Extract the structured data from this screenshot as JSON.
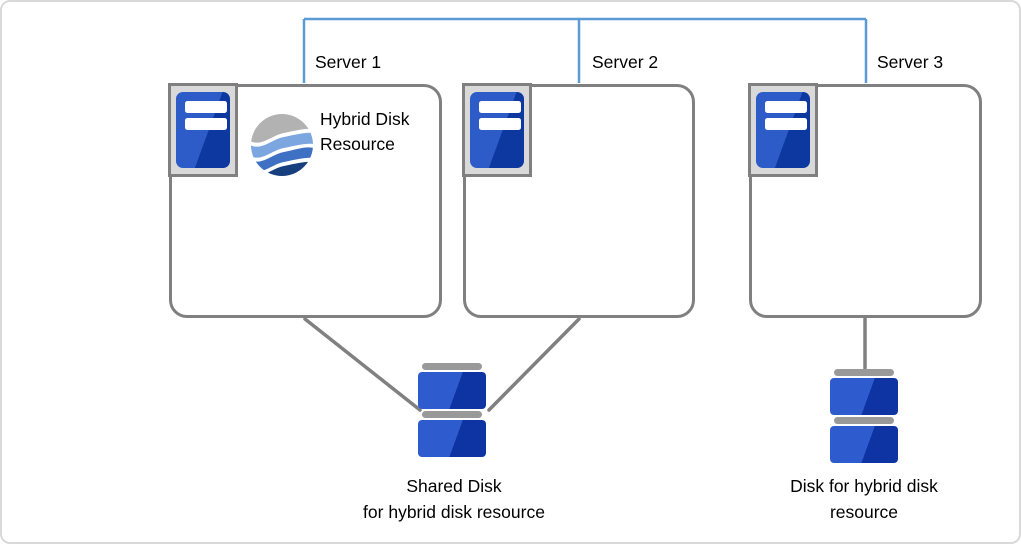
{
  "diagram": {
    "servers": [
      {
        "label": "Server 1"
      },
      {
        "label": "Server 2"
      },
      {
        "label": "Server 3"
      }
    ],
    "resource": {
      "label": "Hybrid Disk Resource"
    },
    "shared_disk_caption": {
      "line1": "Shared Disk",
      "line2": "for hybrid disk resource"
    },
    "hybrid_disk_caption": {
      "line1": "Disk for hybrid disk",
      "line2": "resource"
    }
  },
  "colors": {
    "connector_blue": "#5B9BD5",
    "connector_gray": "#808080",
    "box_border_gray": "#808080",
    "icon_frame_gray": "#D9D9D9",
    "disk_bar_gray": "#999999",
    "device_blue_light": "#2D5BC8",
    "device_blue_dark": "#0C38A0",
    "wave_gray": "#B2B2B2",
    "wave_blue_light": "#7CA6E0",
    "wave_blue_mid": "#3E70C4",
    "wave_blue_dark": "#173E7D"
  }
}
